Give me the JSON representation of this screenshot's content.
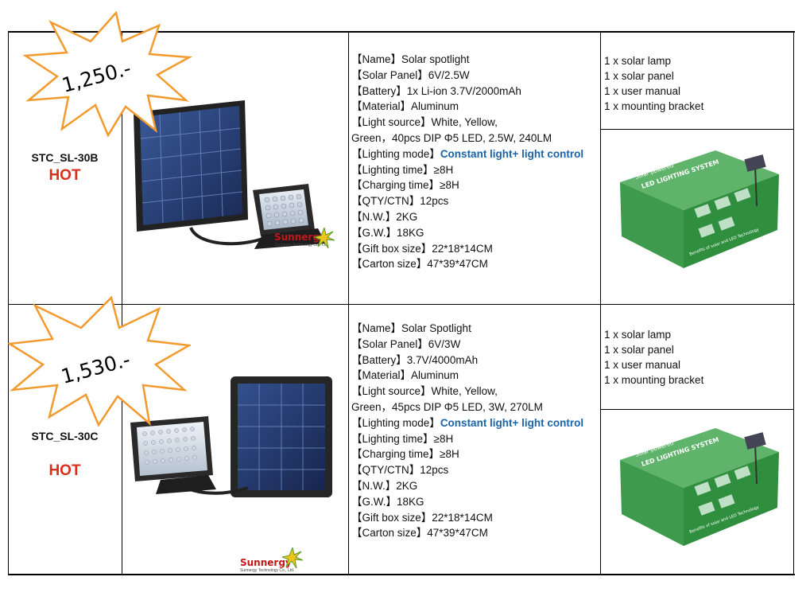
{
  "products": [
    {
      "price": "1,250.-",
      "model": "STC_SL-30B",
      "hot": "HOT",
      "logo": {
        "brand": "Sunnergy",
        "tagline": "Sunnergy Technology Co., Ltd."
      },
      "specs": {
        "name": "【Name】Solar spotlight",
        "solar_panel": "【Solar Panel】6V/2.5W",
        "battery": "【Battery】1x Li-ion 3.7V/2000mAh",
        "material": "【Material】Aluminum",
        "light_source": "【Light source】White, Yellow,",
        "light_source_cont": "Green，40pcs DIP Φ5 LED, 2.5W, 240LM",
        "lighting_mode_label": " 【Lighting mode】",
        "lighting_mode_value": "Constant light+ light control",
        "lighting_time": "【Lighting time】≥8H",
        "charging_time": "【Charging time】≥8H",
        "qty_ctn": "【QTY/CTN】12pcs",
        "nw": "【N.W.】2KG",
        "gw": "【G.W.】18KG",
        "gift_box": "【Gift box size】22*18*14CM",
        "carton": "【Carton size】47*39*47CM"
      },
      "package": [
        "1 x solar lamp",
        "1 x solar panel",
        "1 x user manual",
        "1 x mounting bracket"
      ],
      "box_text": {
        "small": "Solar powered",
        "big": "LED LIGHTING SYSTEM",
        "foot": "Benefits of solar and LED Technology"
      }
    },
    {
      "price": "1,530.-",
      "model": "STC_SL-30C",
      "hot": "HOT",
      "logo": {
        "brand": "Sunnergy",
        "tagline": "Sunnergy Technology Co., Ltd."
      },
      "specs": {
        "name": "【Name】Solar Spotlight",
        "solar_panel": "【Solar Panel】6V/3W",
        "battery": "【Battery】3.7V/4000mAh",
        "material": "【Material】Aluminum",
        "light_source": "【Light source】White, Yellow,",
        "light_source_cont": "Green，45pcs DIP Φ5 LED, 3W, 270LM",
        "lighting_mode_label": "【Lighting mode】",
        "lighting_mode_value": "Constant light+ light control",
        "lighting_time": "【Lighting time】≥8H",
        "charging_time": "【Charging time】≥8H",
        "qty_ctn": "【QTY/CTN】12pcs",
        "nw": "【N.W.】2KG",
        "gw": "【G.W.】18KG",
        "gift_box": "【Gift box size】22*18*14CM",
        "carton": "【Carton size】47*39*47CM"
      },
      "package": [
        "1 x solar lamp",
        "1 x solar panel",
        "1 x user manual",
        "1 x mounting bracket"
      ],
      "box_text": {
        "small": "Solar powered",
        "big": "LED LIGHTING SYSTEM",
        "foot": "Benefits of solar and LED Technology"
      }
    }
  ],
  "colors": {
    "hot": "#d9301e",
    "highlight_blue": "#1a63a8",
    "box_green": "#2f8f3e",
    "brand_red": "#c01818"
  }
}
